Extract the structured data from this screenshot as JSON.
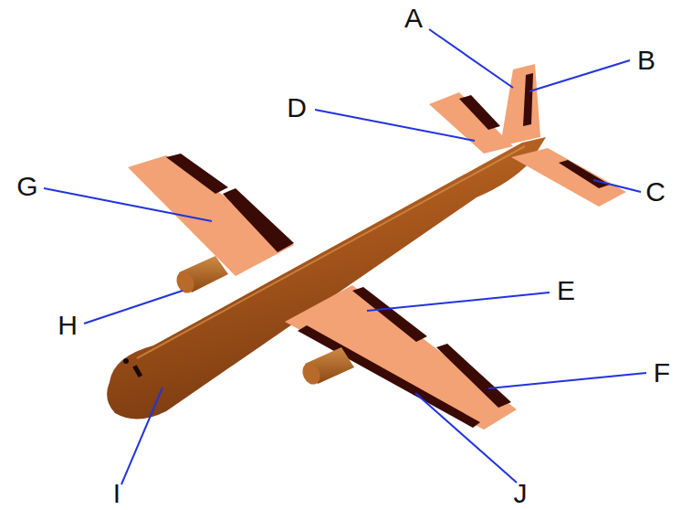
{
  "diagram": {
    "labels": [
      "A",
      "B",
      "D",
      "C",
      "G",
      "E",
      "H",
      "F",
      "I",
      "J"
    ]
  }
}
